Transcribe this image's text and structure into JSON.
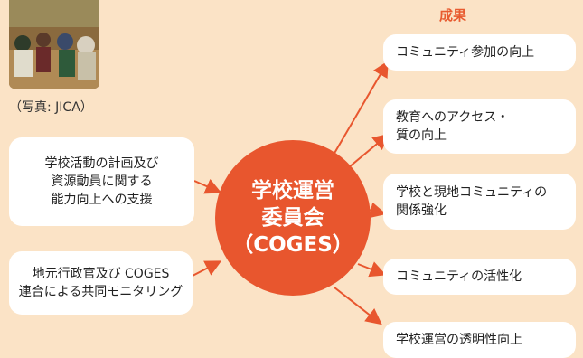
{
  "caption": "（写真: JICA）",
  "outcomes_title": "成果",
  "hub": {
    "line1": "学校運営",
    "line2": "委員会",
    "line3": "（COGES）"
  },
  "inputs": [
    {
      "label": "学校活動の計画及び\n資源動員に関する\n能力向上への支援"
    },
    {
      "label": "地元行政官及び COGES\n連合による共同モニタリング"
    }
  ],
  "outcomes": [
    {
      "label": "コミュニティ参加の向上"
    },
    {
      "label": "教育へのアクセス・\n質の向上"
    },
    {
      "label": "学校と現地コミュニティの\n関係強化"
    },
    {
      "label": "コミュニティの活性化"
    },
    {
      "label": "学校運営の透明性向上"
    }
  ],
  "colors": {
    "background": "#fbe3c6",
    "accent": "#e8562e",
    "box": "#ffffff"
  }
}
